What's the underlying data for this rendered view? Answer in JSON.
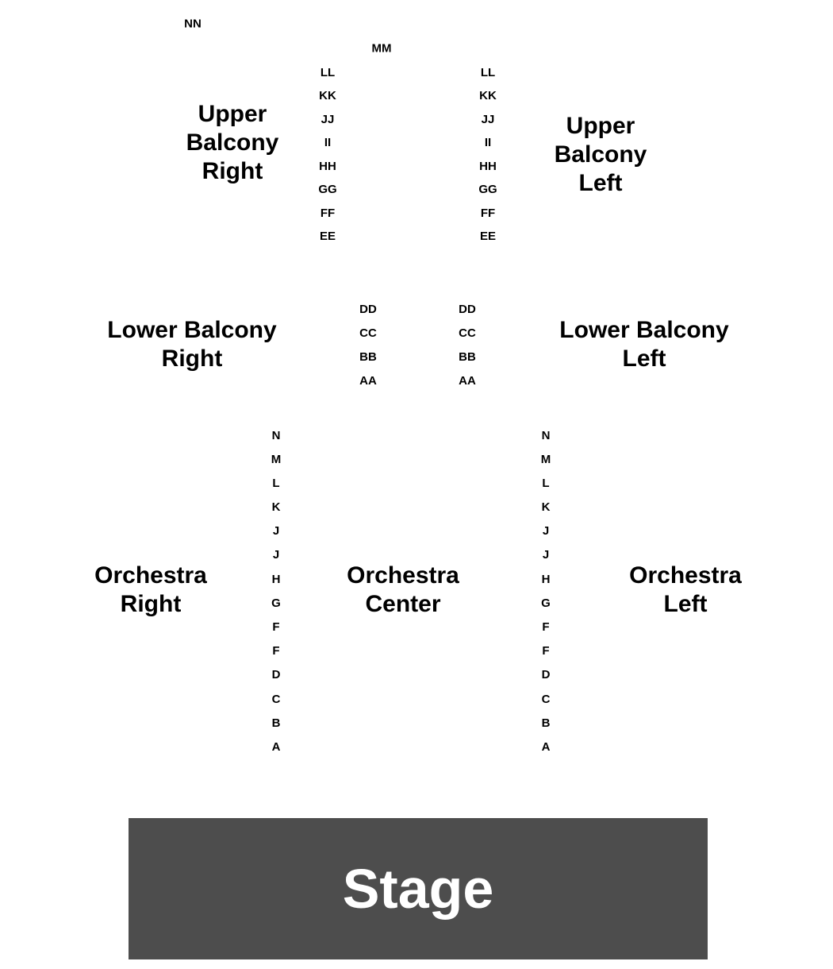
{
  "stage": {
    "label": "Stage",
    "color": "#4d4d4d"
  },
  "sections": {
    "upper_balcony_right": {
      "lines": [
        "Upper",
        "Balcony",
        "Right"
      ]
    },
    "upper_balcony_left": {
      "lines": [
        "Upper",
        "Balcony",
        "Left"
      ]
    },
    "lower_balcony_right": {
      "lines": [
        "Lower Balcony",
        "Right"
      ]
    },
    "lower_balcony_left": {
      "lines": [
        "Lower Balcony",
        "Left"
      ]
    },
    "orchestra_right": {
      "lines": [
        "Orchestra",
        "Right"
      ]
    },
    "orchestra_center": {
      "lines": [
        "Orchestra",
        "Center"
      ]
    },
    "orchestra_left": {
      "lines": [
        "Orchestra",
        "Left"
      ]
    }
  },
  "rows": {
    "nn": "NN",
    "mm": "MM",
    "upper_balcony": [
      "LL",
      "KK",
      "JJ",
      "II",
      "HH",
      "GG",
      "FF",
      "EE"
    ],
    "lower_balcony": [
      "DD",
      "CC",
      "BB",
      "AA"
    ],
    "orchestra": [
      "N",
      "M",
      "L",
      "K",
      "J",
      "J",
      "H",
      "G",
      "F",
      "F",
      "D",
      "C",
      "B",
      "A"
    ]
  }
}
